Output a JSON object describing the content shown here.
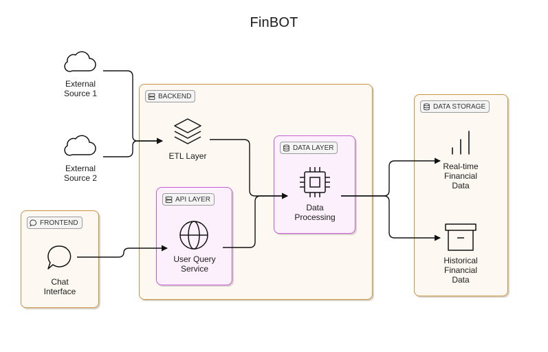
{
  "title": "FinBOT",
  "groups": {
    "frontend": "FRONTEND",
    "backend": "BACKEND",
    "api_layer": "API LAYER",
    "data_layer": "DATA LAYER",
    "data_storage": "DATA STORAGE"
  },
  "nodes": {
    "external_source_1": [
      "External",
      "Source 1"
    ],
    "external_source_2": [
      "External",
      "Source 2"
    ],
    "chat_interface": [
      "Chat",
      "Interface"
    ],
    "etl_layer": [
      "ETL Layer"
    ],
    "user_query_service": [
      "User Query",
      "Service"
    ],
    "data_processing": [
      "Data",
      "Processing"
    ],
    "realtime_data": [
      "Real-time",
      "Financial",
      "Data"
    ],
    "historical_data": [
      "Historical",
      "Financial",
      "Data"
    ]
  },
  "colors": {
    "group_orange": "#c8943f",
    "group_purple": "#c55bd6",
    "edge": "#111111"
  },
  "icons": {
    "external_source_1": "cloud-icon",
    "external_source_2": "cloud-icon",
    "chat_interface": "chat-bubble-icon",
    "etl_layer": "layers-icon",
    "user_query_service": "globe-icon",
    "data_processing": "cpu-chip-icon",
    "realtime_data": "bar-chart-icon",
    "historical_data": "archive-box-icon"
  }
}
